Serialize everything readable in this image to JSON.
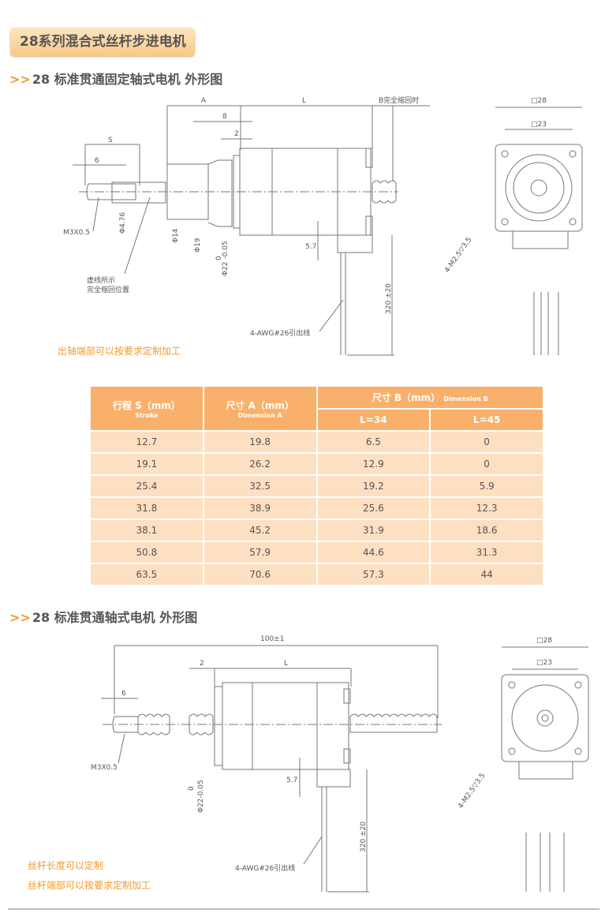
{
  "header": {
    "title": "28系列混合式丝杆步进电机"
  },
  "section1": {
    "arrows": ">>",
    "title": "28  标准贯通固定轴式电机   外形图",
    "labels": {
      "A": "A",
      "L": "L",
      "B": "B完全缩回时",
      "d8": "8",
      "d2": "2",
      "S": "S",
      "d6": "6",
      "m3": "M3X0.5",
      "phi476": "Φ4.76",
      "phi14": "Φ14",
      "phi19": "Φ19",
      "phi22": "Φ22 -0.05",
      "tol0": "0",
      "dashed1": "虚线所示",
      "dashed2": "完全缩回位置",
      "d57": "5.7",
      "wire": "4-AWG#26引出线",
      "len": "320 ±20",
      "sq28": "□28",
      "sq23": "□23",
      "screw": "4-M2.5▽3.5"
    },
    "note": "出轴端部可以按要求定制加工"
  },
  "table": {
    "headers": {
      "stroke": "行程 S（mm）",
      "stroke_en": "Stroke",
      "dimA": "尺寸 A（mm）",
      "dimA_en": "Dimension A",
      "dimB": "尺寸 B（mm）",
      "dimB_en": "Dimension B",
      "l34": "L=34",
      "l45": "L=45"
    },
    "rows": [
      [
        "12.7",
        "19.8",
        "6.5",
        "0"
      ],
      [
        "19.1",
        "26.2",
        "12.9",
        "0"
      ],
      [
        "25.4",
        "32.5",
        "19.2",
        "5.9"
      ],
      [
        "31.8",
        "38.9",
        "25.6",
        "12.3"
      ],
      [
        "38.1",
        "45.2",
        "31.9",
        "18.6"
      ],
      [
        "50.8",
        "57.9",
        "44.6",
        "31.3"
      ],
      [
        "63.5",
        "70.6",
        "57.3",
        "44"
      ]
    ]
  },
  "section2": {
    "arrows": ">>",
    "title": "28 标准贯通轴式电机   外形图",
    "labels": {
      "total": "100±1",
      "d2": "2",
      "L": "L",
      "d6": "6",
      "m3": "M3X0.5",
      "tol0": "0",
      "phi22": "Φ22-0.05",
      "d57": "5.7",
      "len": "320 ±20",
      "wire": "4-AWG#26引出线",
      "sq28": "□28",
      "sq23": "□23",
      "screw": "4-M2.5▽3.5"
    },
    "notes": [
      "丝杆长度可以定制",
      "丝杆端部可以按要求定制加工"
    ]
  }
}
